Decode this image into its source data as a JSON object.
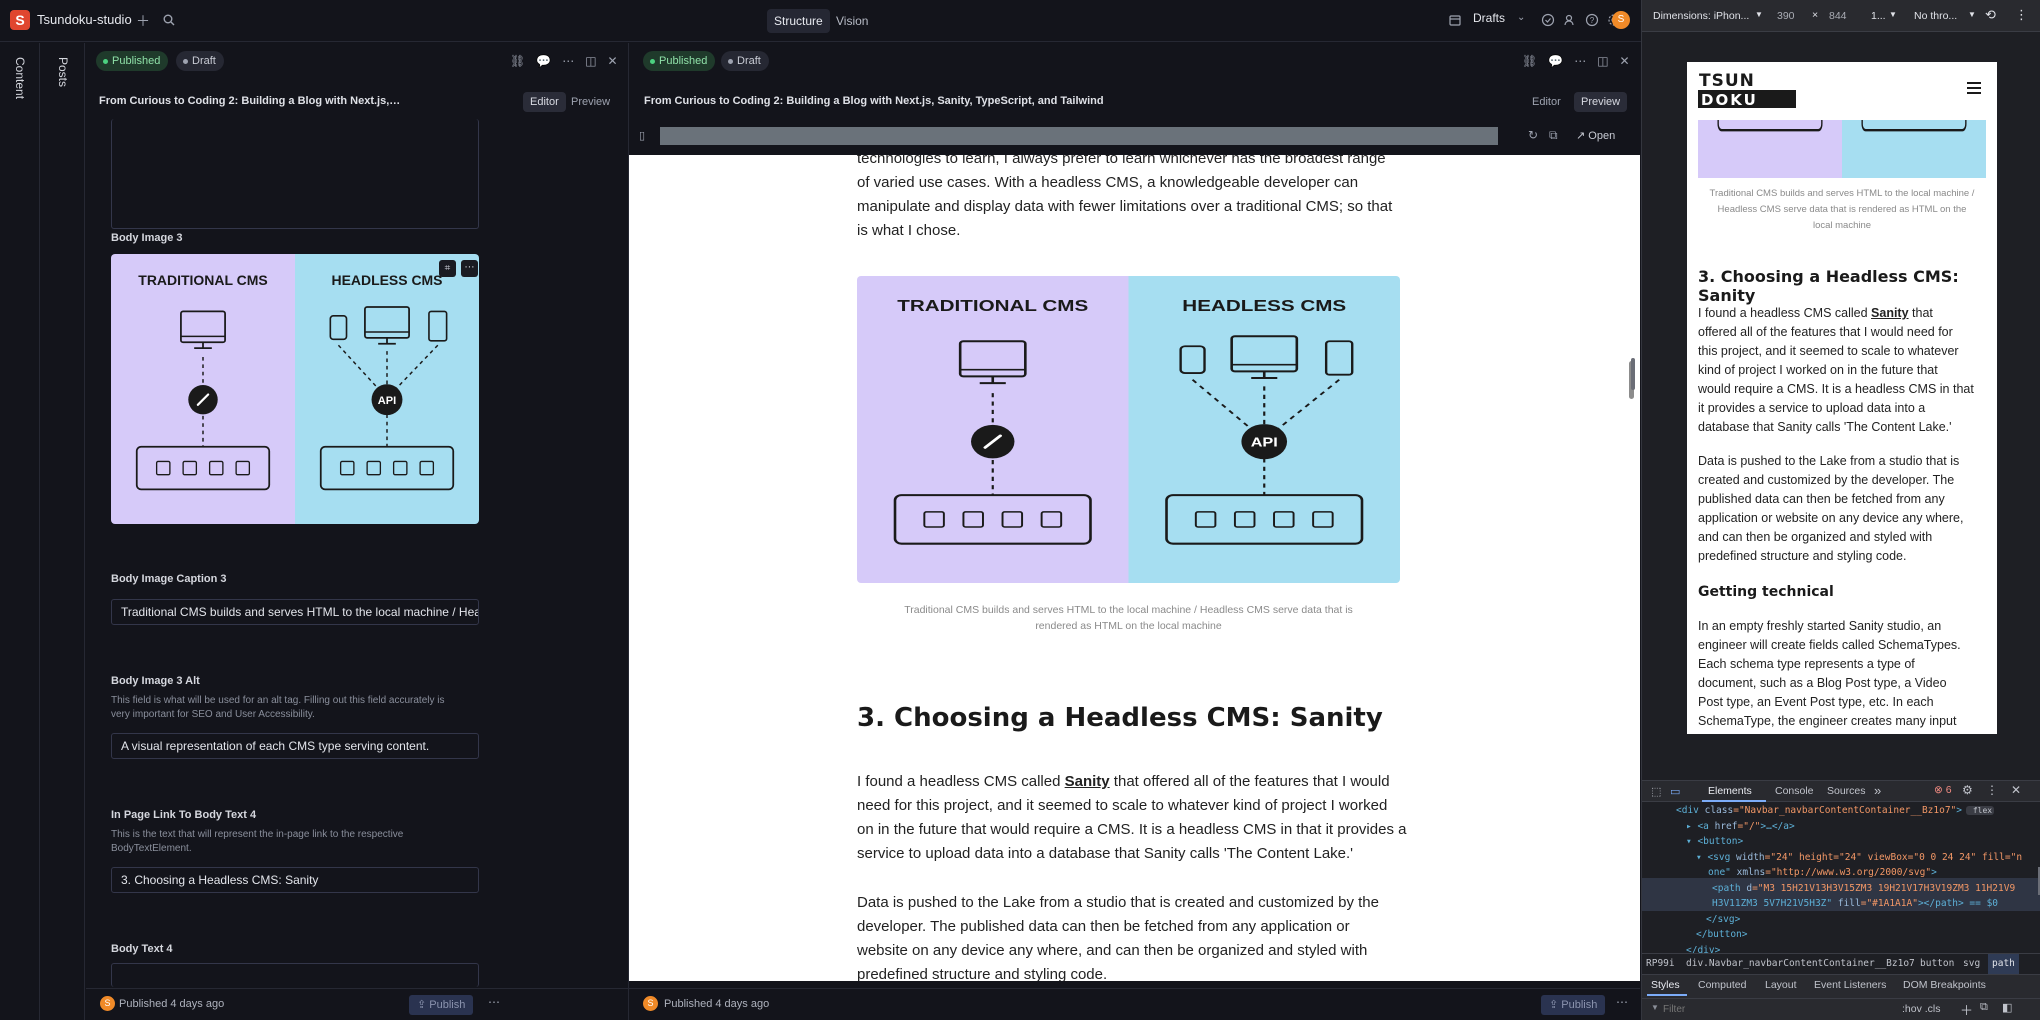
{
  "topbar": {
    "logo_letter": "S",
    "studio_name": "Tsundoku-studio",
    "tabs": [
      "Structure",
      "Vision"
    ],
    "active_tab": "Structure",
    "perspective": "Drafts",
    "avatar_initial": "S"
  },
  "rails": {
    "content": "Content",
    "posts": "Posts"
  },
  "document": {
    "status_published": "Published",
    "status_draft": "Draft",
    "title_truncated": "From Curious to Coding 2: Building a Blog with Next.js, Sanity, TypeScript, and ...",
    "title_full": "From Curious to Coding 2: Building a Blog with Next.js, Sanity, TypeScript, and Tailwind",
    "mode_editor": "Editor",
    "mode_preview": "Preview",
    "footer_status": "Published 4 days ago",
    "publish_label": "Publish",
    "author_initial": "S"
  },
  "fields": {
    "body_image_label": "Body Image 3",
    "caption_label": "Body Image Caption 3",
    "caption_value": "Traditional CMS builds and serves HTML to the local machine / Headless CMS serve data that is rendered as HTML on the local machine",
    "alt_label": "Body Image 3 Alt",
    "alt_desc": "This field is what will be used for an alt tag. Filling out this field accurately is very important for SEO and User Accessibility.",
    "alt_value": "A visual representation of each CMS type serving content.",
    "link_label": "In Page Link To Body Text 4",
    "link_desc": "This is the text that will represent the in-page link to the respective BodyTextElement.",
    "link_value": "3. Choosing a Headless CMS: Sanity",
    "body_text_label": "Body Text 4"
  },
  "illustration": {
    "left_title": "TRADITIONAL CMS",
    "right_title": "HEADLESS CMS",
    "api_label": "API",
    "colors": {
      "left": "#d6caf9",
      "right": "#a6def1",
      "ink": "#1a1a1a"
    }
  },
  "preview": {
    "open_label": "Open",
    "para_intro": [
      "technologies to learn, I always prefer to learn whichever has the broadest range",
      "of varied use cases. With a headless CMS, a knowledgeable developer can",
      "manipulate and display data with fewer limitations over a traditional CMS; so that",
      "is what I chose."
    ],
    "caption_lines": [
      "Traditional CMS builds and serves HTML to the local machine / Headless CMS serve data that is",
      "rendered as HTML on the local machine"
    ],
    "heading": "3. Choosing a Headless CMS: Sanity",
    "para_sanity": {
      "before": "I found a headless CMS called ",
      "link": "Sanity",
      "after_line1": " that offered all of the features that I would",
      "lines": [
        "need for this project, and it seemed to scale to whatever kind of project I worked",
        "on in the future that would require a CMS. It is a headless CMS in that it provides a",
        "service to upload data into a database that Sanity calls 'The Content Lake.'"
      ]
    },
    "para_lake": [
      "Data is pushed to the Lake from a studio that is created and customized by the",
      "developer. The published data can then be fetched from any application or",
      "website on any device any where, and can then be organized and styled with",
      "predefined structure and styling code."
    ]
  },
  "devtools": {
    "dimensions_label": "Dimensions: iPhon...",
    "width": "390",
    "height": "844",
    "zoom": "1...",
    "throttle": "No thro...",
    "tabs": [
      "Elements",
      "Console",
      "Sources"
    ],
    "active_tab": "Elements",
    "error_count": "6",
    "bottom_tabs": [
      "Styles",
      "Computed",
      "Layout",
      "Event Listeners",
      "DOM Breakpoints"
    ],
    "filter_placeholder": "Filter",
    "filter_right": ":hov  .cls",
    "breadcrumbs": [
      "RP99i",
      "div.Navbar_navbarContentContainer__Bz1o7",
      "button",
      "svg",
      "path"
    ],
    "code_lines": [
      [
        "<div ",
        "class",
        "=\"Navbar_navbarContentContainer__Bz1o7\"",
        ">",
        " flex"
      ],
      [
        "▸ <a ",
        "href",
        "=\"/\"",
        ">…</a>",
        ""
      ],
      [
        "▾ <button>",
        "",
        "",
        "",
        ""
      ],
      [
        "▾ <svg ",
        "width",
        "=\"24\" height=\"24\" viewBox=\"0 0 24 24\" fill=\"n",
        "",
        ""
      ],
      [
        "one\" ",
        "xmlns",
        "=\"http://www.w3.org/2000/svg\"",
        ">",
        ""
      ],
      [
        "<path ",
        "d",
        "=\"M3 15H21V13H3V15ZM3 19H21V17H3V19ZM3 11H21V9",
        "",
        ""
      ],
      [
        "H3V11ZM3 5V7H21V5H3Z\" ",
        "fill",
        "=\"#1A1A1A\"",
        "></path> == $0",
        ""
      ],
      [
        "</svg>",
        "",
        "",
        "",
        ""
      ],
      [
        "</button>",
        "",
        "",
        "",
        ""
      ],
      [
        "</div>",
        "",
        "",
        "",
        ""
      ]
    ],
    "phone": {
      "logo_top": "TSUN",
      "logo_bottom": "DOKU",
      "caption_lines": [
        "Traditional CMS builds and serves HTML to the local machine /",
        "Headless CMS serve data that is rendered as HTML on the",
        "local machine"
      ],
      "heading": "3. Choosing a Headless CMS: Sanity",
      "para1_before": "I found a headless CMS called ",
      "para1_link": "Sanity",
      "para1_after": " that",
      "para1_lines": [
        "offered all of the features that I would need for",
        "this project, and it seemed to scale to whatever",
        "kind of project I worked on in the future that",
        "would require a CMS. It is a headless CMS in that",
        "it provides a service to upload data into a",
        "database that Sanity calls 'The Content Lake.'"
      ],
      "para2_lines": [
        "Data is pushed to the Lake from a studio that is",
        "created and customized by the developer. The",
        "published data can then be fetched from any",
        "application or website on any device any where,",
        "and can then be organized and styled with",
        "predefined structure and styling code."
      ],
      "heading2": "Getting technical",
      "para3_lines": [
        "In an empty freshly started Sanity studio, an",
        "engineer will create fields called SchemaTypes.",
        "Each schema type represents a type of",
        "document, such as a Blog Post type, a Video",
        "Post type, an Event Post type, etc. In each",
        "SchemaType, the engineer creates many input"
      ]
    }
  }
}
